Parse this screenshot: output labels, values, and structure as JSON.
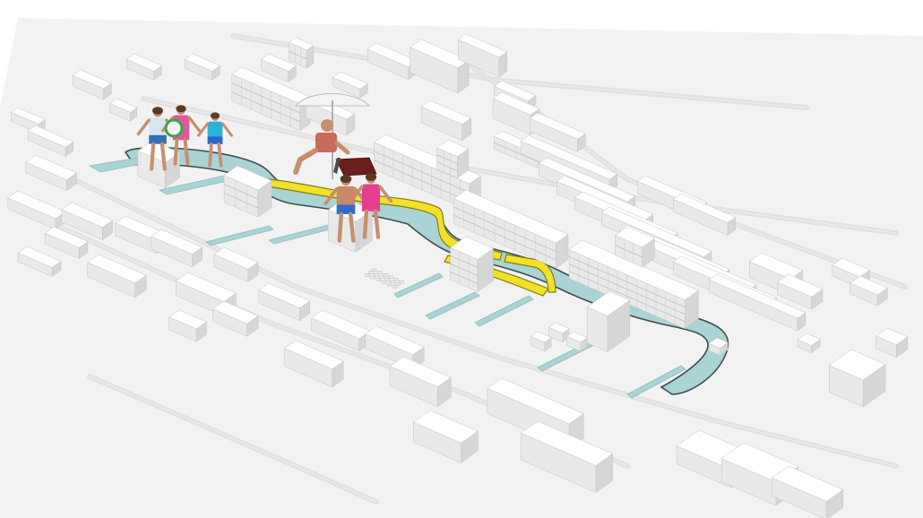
{
  "scene": {
    "type": "axonometric urban masterplan render",
    "background": "#ffffff",
    "colors": {
      "ground": "#f2f2f2",
      "building_top": "#ffffff",
      "building_left": "#e9e9e9",
      "building_right": "#d6d6d6",
      "building_edge": "#c4c4c4",
      "water": "#a9d3d4",
      "water_edge": "#3f4c4c",
      "boardwalk": "#f1e12a",
      "boardwalk_edge": "#8a7a10",
      "road_line": "#e2e2e2"
    },
    "figures": [
      {
        "name": "girl-left",
        "shirt": "#d9e6ef",
        "shorts": "#2f6fb8"
      },
      {
        "name": "girl-with-ball",
        "shirt": "#e0589a",
        "shorts": "#e0589a"
      },
      {
        "name": "girl-right",
        "shirt": "#2bb3d6",
        "shorts": "#2666c7"
      },
      {
        "name": "sunbather",
        "shirt": "#c96a5a",
        "shorts": "#7a3b2f"
      },
      {
        "name": "boy-swimmer",
        "shirt": "#c98866",
        "shorts": "#2d6bd1"
      },
      {
        "name": "girl-swimmer",
        "shirt": "#e33f8f",
        "shorts": "#e33f8f"
      }
    ],
    "props": [
      "beach-umbrella",
      "deck-chair",
      "beach-ball"
    ]
  }
}
